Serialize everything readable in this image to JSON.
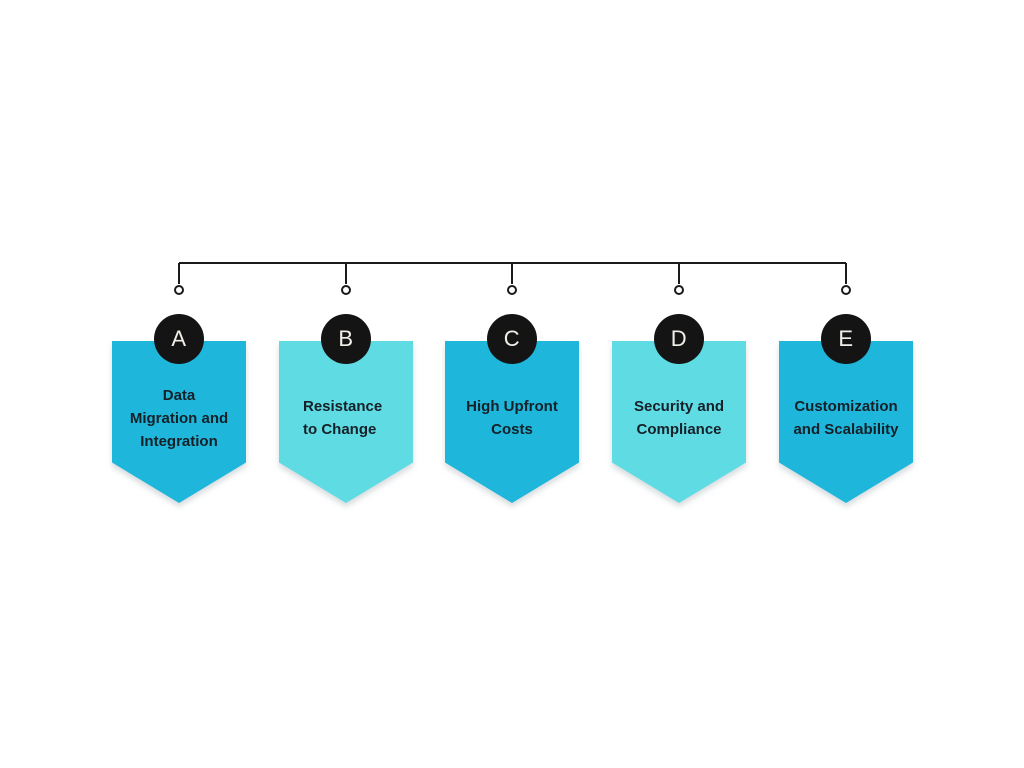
{
  "theme": {
    "accent_dark": "#1eb6da",
    "accent_light": "#5fdbe3",
    "badge": "#141414",
    "badge_text": "#f2efe9",
    "text": "#152028",
    "line": "#1a1a1a",
    "background": "#ffffff"
  },
  "diagram": {
    "type": "labeled-banner-list",
    "items": [
      {
        "letter": "A",
        "label": "Data Migration and Integration",
        "lines": [
          "Data",
          "Migration and",
          "Integration"
        ],
        "tone": "dark"
      },
      {
        "letter": "B",
        "label": "Resistance to Change",
        "lines": [
          "Resistance",
          "to Change"
        ],
        "tone": "light"
      },
      {
        "letter": "C",
        "label": "High Upfront Costs",
        "lines": [
          "High Upfront",
          "Costs"
        ],
        "tone": "dark"
      },
      {
        "letter": "D",
        "label": "Security and Compliance",
        "lines": [
          "Security and",
          "Compliance"
        ],
        "tone": "light"
      },
      {
        "letter": "E",
        "label": "Customization and Scalability",
        "lines": [
          "Customization",
          "and Scalability"
        ],
        "tone": "dark"
      }
    ]
  }
}
